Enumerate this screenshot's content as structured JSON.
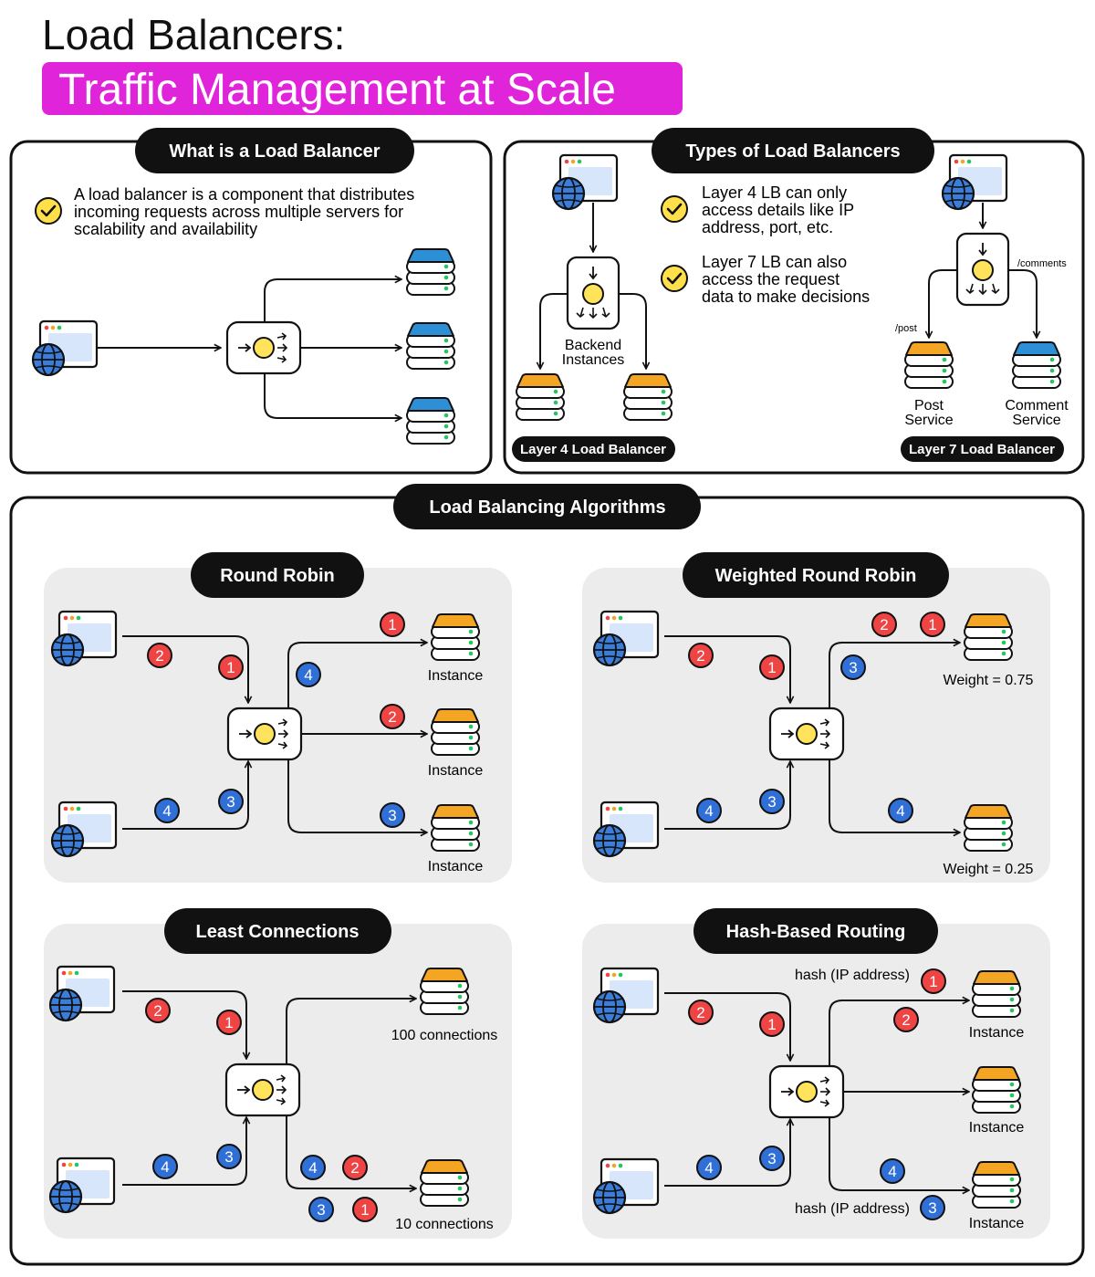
{
  "title": {
    "line1": "Load Balancers:",
    "line2": "Traffic Management at Scale",
    "highlight_color": "#e024d9"
  },
  "colors": {
    "badge_red": "#ef4444",
    "badge_blue": "#2f6fd6",
    "server_blue": "#2d8fd5",
    "server_orange": "#f5a524",
    "check_yellow": "#ffe04a",
    "panel_gray": "#ececec",
    "globe_blue": "#3b7dd8",
    "lb_dot": "#ffe35a"
  },
  "what_is": {
    "heading": "What is a Load Balancer",
    "text_lines": [
      "A load balancer is a component that distributes",
      "incoming requests across multiple servers for",
      "scalability and availability"
    ]
  },
  "types": {
    "heading": "Types of Load Balancers",
    "l4": {
      "caption": "Layer 4 Load Balancer",
      "backend_label_1": "Backend",
      "backend_label_2": "Instances"
    },
    "l7": {
      "caption": "Layer 7 Load Balancer",
      "path_comments": "/comments",
      "path_post": "/post",
      "post_label_1": "Post",
      "post_label_2": "Service",
      "comment_label_1": "Comment",
      "comment_label_2": "Service"
    },
    "points": [
      [
        "Layer 4 LB can only",
        "access details like IP",
        "address, port, etc."
      ],
      [
        "Layer 7 LB can also",
        "access the request",
        "data to make decisions"
      ]
    ]
  },
  "algorithms": {
    "heading": "Load Balancing Algorithms",
    "round_robin": {
      "heading": "Round Robin",
      "instance_label": "Instance",
      "client_badges": [
        "2",
        "1",
        "4",
        "3"
      ],
      "server_badges": [
        "1",
        "4",
        "2",
        "3"
      ]
    },
    "weighted": {
      "heading": "Weighted Round Robin",
      "weight_top": "Weight = 0.75",
      "weight_bottom": "Weight = 0.25",
      "client_badges": [
        "2",
        "1",
        "4",
        "3"
      ],
      "server_badges": [
        "2",
        "1",
        "3",
        "4"
      ]
    },
    "least": {
      "heading": "Least Connections",
      "top_label": "100 connections",
      "bottom_label": "10 connections",
      "client_badges": [
        "2",
        "1",
        "4",
        "3"
      ],
      "server_badges": [
        "4",
        "2",
        "3",
        "1"
      ]
    },
    "hash": {
      "heading": "Hash-Based Routing",
      "hash_top": "hash (IP address)",
      "hash_bottom": "hash (IP address)",
      "instance_label": "Instance",
      "client_badges": [
        "2",
        "1",
        "4",
        "3"
      ],
      "server_badges": [
        "1",
        "2",
        "4",
        "3"
      ]
    }
  }
}
